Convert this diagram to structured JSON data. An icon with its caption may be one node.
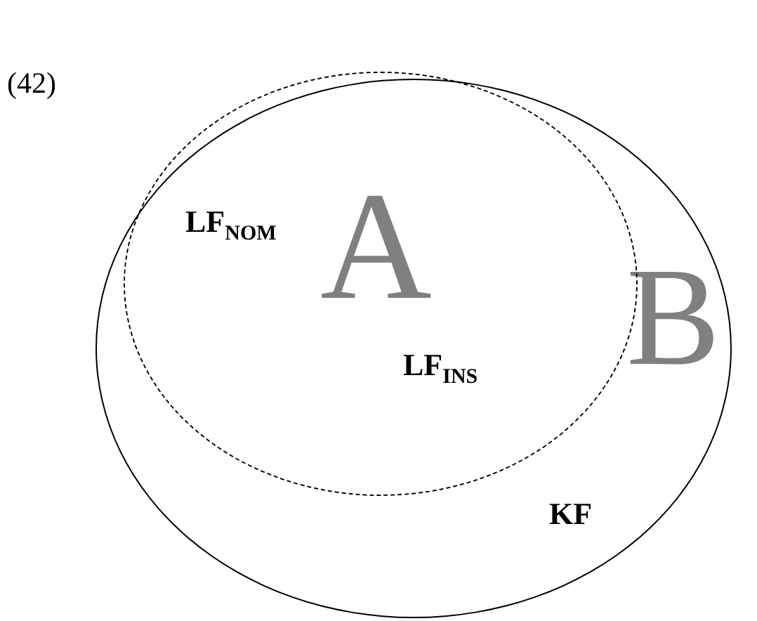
{
  "diagram": {
    "nodes": [
      {
        "text": [
          "B",
          "KF"
        ]
      },
      {
        "text": [
          "LF$_{NOM}$",
          "A",
          "LF$_{INS}$"
        ],
        "in": 0
      }
    ],
    "labels": [
      "(42)"
    ]
  }
}
